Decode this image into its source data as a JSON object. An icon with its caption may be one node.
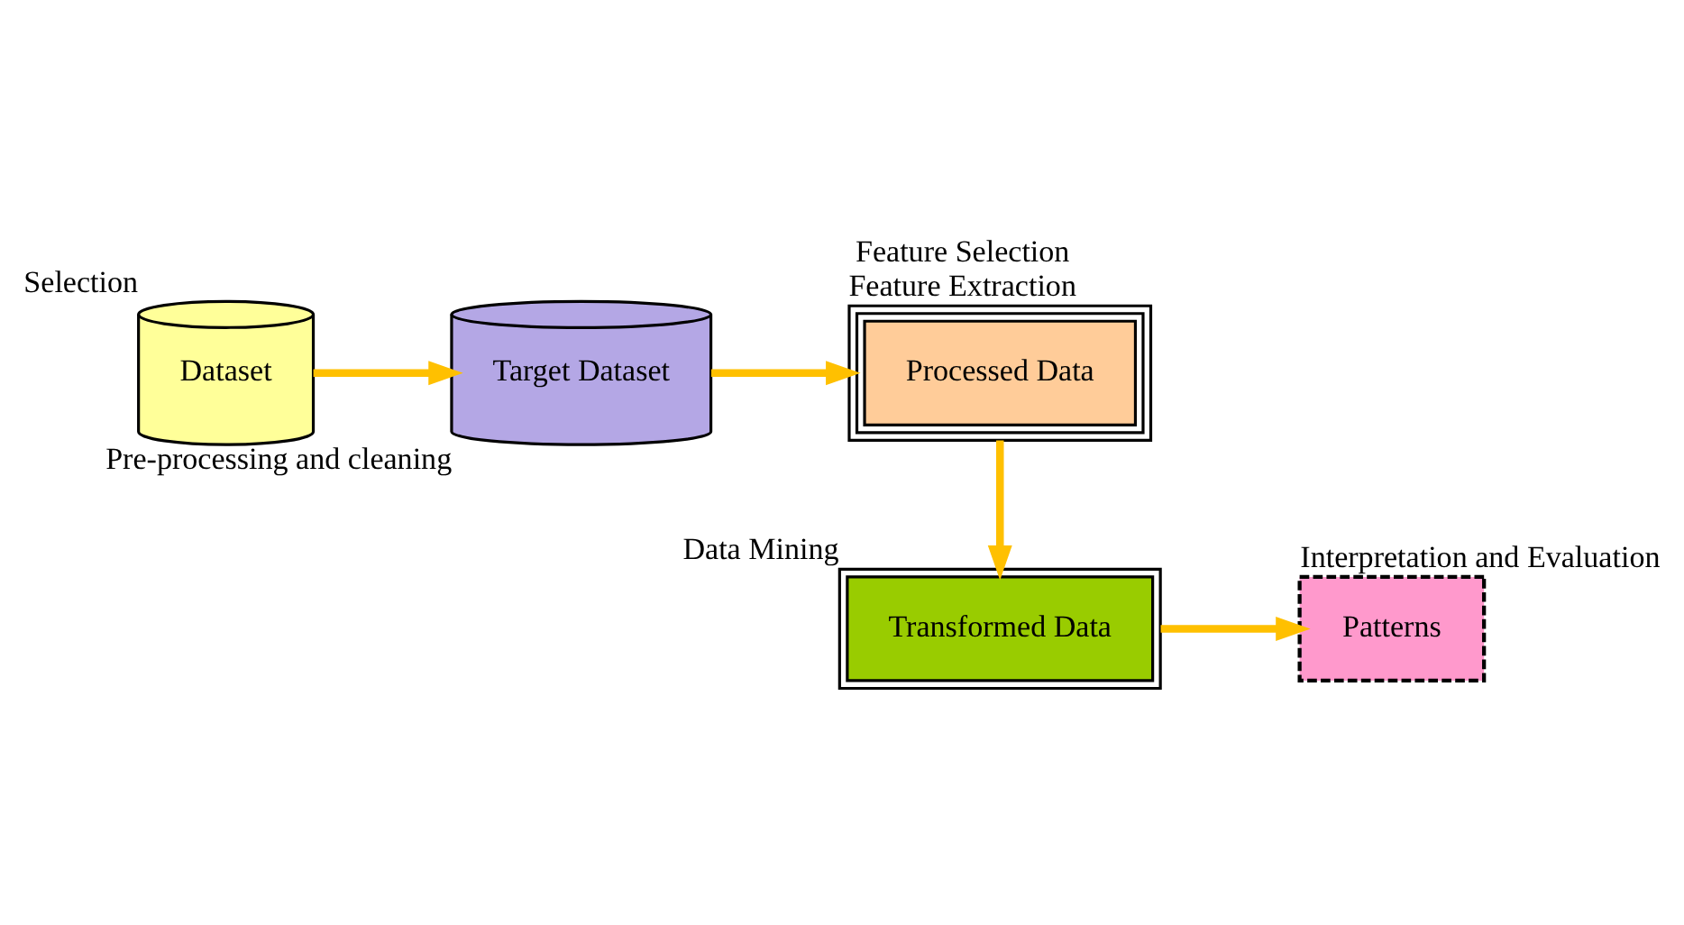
{
  "diagram": {
    "nodes": [
      {
        "text": [
          "Dataset"
        ],
        "beside": [
          "Selection"
        ]
      },
      {
        "text": [
          "Target Dataset"
        ],
        "beside": [
          "Pre-processing and cleaning"
        ]
      },
      {
        "text": [
          "Processed Data"
        ],
        "beside": [
          "Feature Selection",
          "Feature Extraction"
        ]
      },
      {
        "text": [
          "Transformed Data"
        ],
        "beside": [
          "Data Mining"
        ]
      },
      {
        "text": [
          "Patterns"
        ],
        "beside": [
          "Interpretation and Evaluation"
        ]
      }
    ],
    "edges": [
      {
        "from": 0,
        "to": 1,
        "arrow": "to"
      },
      {
        "from": 1,
        "to": 2,
        "arrow": "to"
      },
      {
        "from": 2,
        "to": 3,
        "arrow": "to"
      },
      {
        "from": 3,
        "to": 4,
        "arrow": "to"
      }
    ]
  }
}
